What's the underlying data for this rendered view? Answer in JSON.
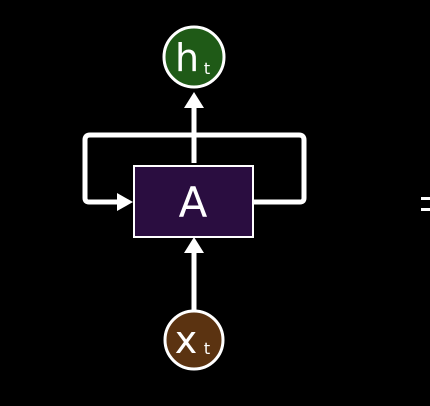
{
  "diagram": {
    "cell": {
      "label": "A"
    },
    "output": {
      "label": "h",
      "subscript": "t"
    },
    "input": {
      "label": "x",
      "subscript": "t"
    },
    "colors": {
      "background": "#000000",
      "cell_fill": "#2a0d40",
      "output_fill": "#1f5a17",
      "input_fill": "#5b3311",
      "stroke": "#ffffff",
      "text": "#ffffff"
    }
  },
  "equals_sign": "="
}
